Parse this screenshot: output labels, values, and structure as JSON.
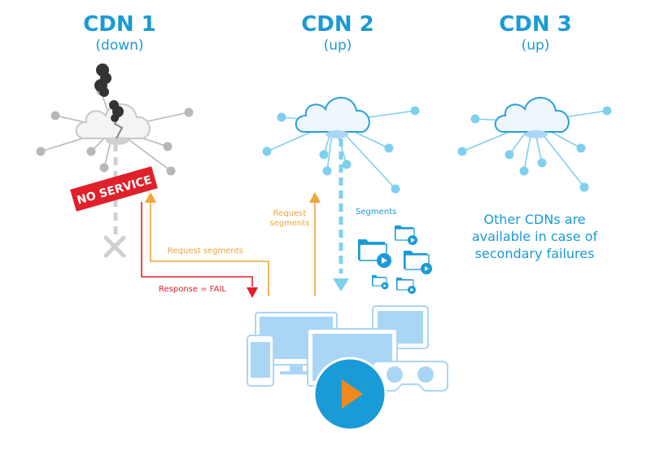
{
  "cdns": [
    {
      "name": "CDN 1",
      "status": "(down)"
    },
    {
      "name": "CDN 2",
      "status": "(up)"
    },
    {
      "name": "CDN 3",
      "status": "(up)"
    }
  ],
  "no_service": "NO SERVICE",
  "labels": {
    "request_segments": "Request segments",
    "response_fail": "Response = FAIL",
    "request_segments_2": "Request\nsegments",
    "segments": "Segments"
  },
  "note": "Other CDNs are available in case of secondary failures",
  "colors": {
    "accent": "#1a9ad6",
    "light_blue": "#a9d6f5",
    "node_blue": "#7fd0ef",
    "gray": "#b8b8b8",
    "fail_red": "#e0202a",
    "request_orange": "#f0a53a",
    "dark_smoke": "#333333"
  }
}
